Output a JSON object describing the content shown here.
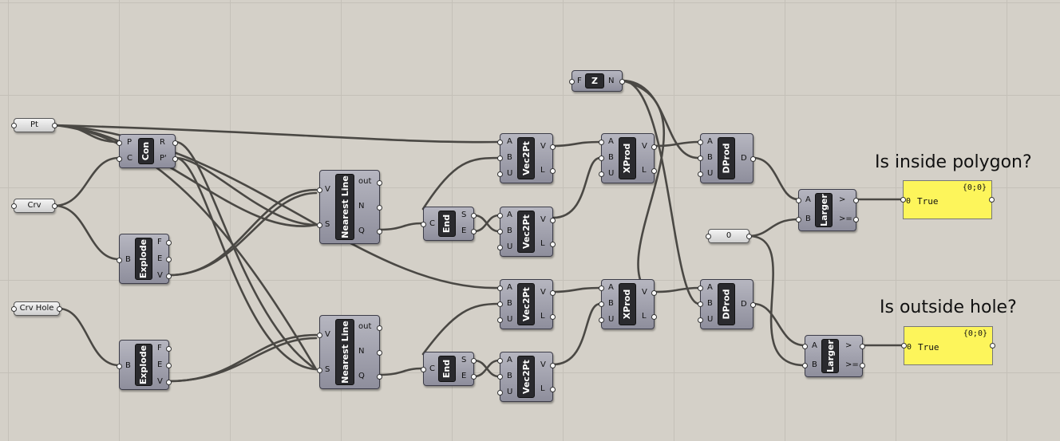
{
  "params": {
    "pt": "Pt",
    "crv": "Crv",
    "crv_hole": "Crv Hole",
    "zero": "0"
  },
  "components": {
    "con": {
      "name": "Con",
      "in": [
        "P",
        "C"
      ],
      "out": [
        "R",
        "P'"
      ]
    },
    "explode1": {
      "name": "Explode",
      "in": [
        "B"
      ],
      "out": [
        "F",
        "E",
        "V"
      ]
    },
    "explode2": {
      "name": "Explode",
      "in": [
        "B"
      ],
      "out": [
        "F",
        "E",
        "V"
      ]
    },
    "nearest1": {
      "name": "Nearest Line",
      "in": [
        "V",
        "S"
      ],
      "out": [
        "out",
        "N",
        "Q"
      ]
    },
    "nearest2": {
      "name": "Nearest Line",
      "in": [
        "V",
        "S"
      ],
      "out": [
        "out",
        "N",
        "Q"
      ]
    },
    "end1": {
      "name": "End",
      "in": [
        "C"
      ],
      "out": [
        "S",
        "E"
      ]
    },
    "end2": {
      "name": "End",
      "in": [
        "C"
      ],
      "out": [
        "S",
        "E"
      ]
    },
    "vec1": {
      "name": "Vec2Pt",
      "in": [
        "A",
        "B",
        "U"
      ],
      "out": [
        "V",
        "L"
      ]
    },
    "vec2": {
      "name": "Vec2Pt",
      "in": [
        "A",
        "B",
        "U"
      ],
      "out": [
        "V",
        "L"
      ]
    },
    "vec3": {
      "name": "Vec2Pt",
      "in": [
        "A",
        "B",
        "U"
      ],
      "out": [
        "V",
        "L"
      ]
    },
    "vec4": {
      "name": "Vec2Pt",
      "in": [
        "A",
        "B",
        "U"
      ],
      "out": [
        "V",
        "L"
      ]
    },
    "xprod1": {
      "name": "XProd",
      "in": [
        "A",
        "B",
        "U"
      ],
      "out": [
        "V",
        "L"
      ]
    },
    "xprod2": {
      "name": "XProd",
      "in": [
        "A",
        "B",
        "U"
      ],
      "out": [
        "V",
        "L"
      ]
    },
    "dprod1": {
      "name": "DProd",
      "in": [
        "A",
        "B",
        "U"
      ],
      "out": [
        "D"
      ]
    },
    "dprod2": {
      "name": "DProd",
      "in": [
        "A",
        "B",
        "U"
      ],
      "out": [
        "D"
      ]
    },
    "larger1": {
      "name": "Larger",
      "in": [
        "A",
        "B"
      ],
      "out": [
        ">",
        ">="
      ]
    },
    "larger2": {
      "name": "Larger",
      "in": [
        "A",
        "B"
      ],
      "out": [
        ">",
        ">="
      ]
    },
    "zvec": {
      "name": "Z",
      "in": [
        "F"
      ],
      "out": [
        "N"
      ]
    }
  },
  "panels": {
    "p1": {
      "index": "{0;0}",
      "row": "0",
      "value": "True"
    },
    "p2": {
      "index": "{0;0}",
      "row": "0",
      "value": "True"
    }
  },
  "headings": {
    "h1": "Is inside polygon?",
    "h2": "Is outside hole?"
  },
  "colors": {
    "canvas": "#d4d0c8",
    "wire": "#4a4844",
    "component": "#9a9aa8",
    "panel": "#fdf55b"
  }
}
